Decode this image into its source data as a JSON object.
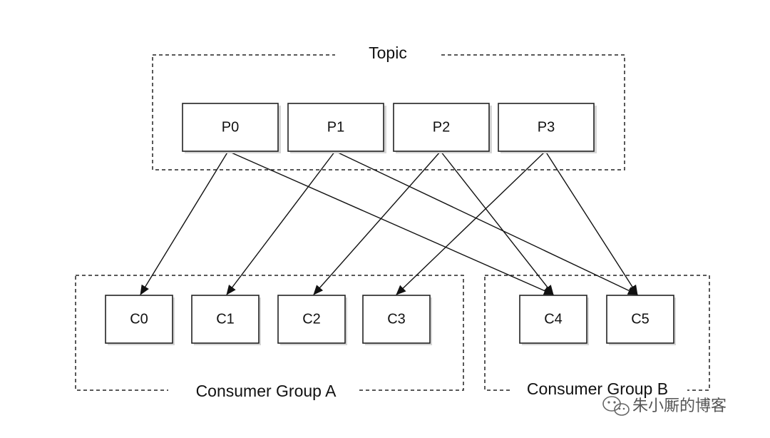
{
  "topic": {
    "title": "Topic",
    "partitions": [
      {
        "id": "P0",
        "label": "P0"
      },
      {
        "id": "P1",
        "label": "P1"
      },
      {
        "id": "P2",
        "label": "P2"
      },
      {
        "id": "P3",
        "label": "P3"
      }
    ]
  },
  "consumer_groups": [
    {
      "id": "A",
      "title": "Consumer Group  A",
      "consumers": [
        {
          "id": "C0",
          "label": "C0"
        },
        {
          "id": "C1",
          "label": "C1"
        },
        {
          "id": "C2",
          "label": "C2"
        },
        {
          "id": "C3",
          "label": "C3"
        }
      ]
    },
    {
      "id": "B",
      "title": "Consumer Group  B",
      "consumers": [
        {
          "id": "C4",
          "label": "C4"
        },
        {
          "id": "C5",
          "label": "C5"
        }
      ]
    }
  ],
  "edges": [
    {
      "from": "P0",
      "to": "C0"
    },
    {
      "from": "P0",
      "to": "C4"
    },
    {
      "from": "P1",
      "to": "C1"
    },
    {
      "from": "P1",
      "to": "C5"
    },
    {
      "from": "P2",
      "to": "C2"
    },
    {
      "from": "P2",
      "to": "C4"
    },
    {
      "from": "P3",
      "to": "C3"
    },
    {
      "from": "P3",
      "to": "C5"
    }
  ],
  "watermark": {
    "text": "朱小厮的博客",
    "icon": "wechat-icon"
  }
}
